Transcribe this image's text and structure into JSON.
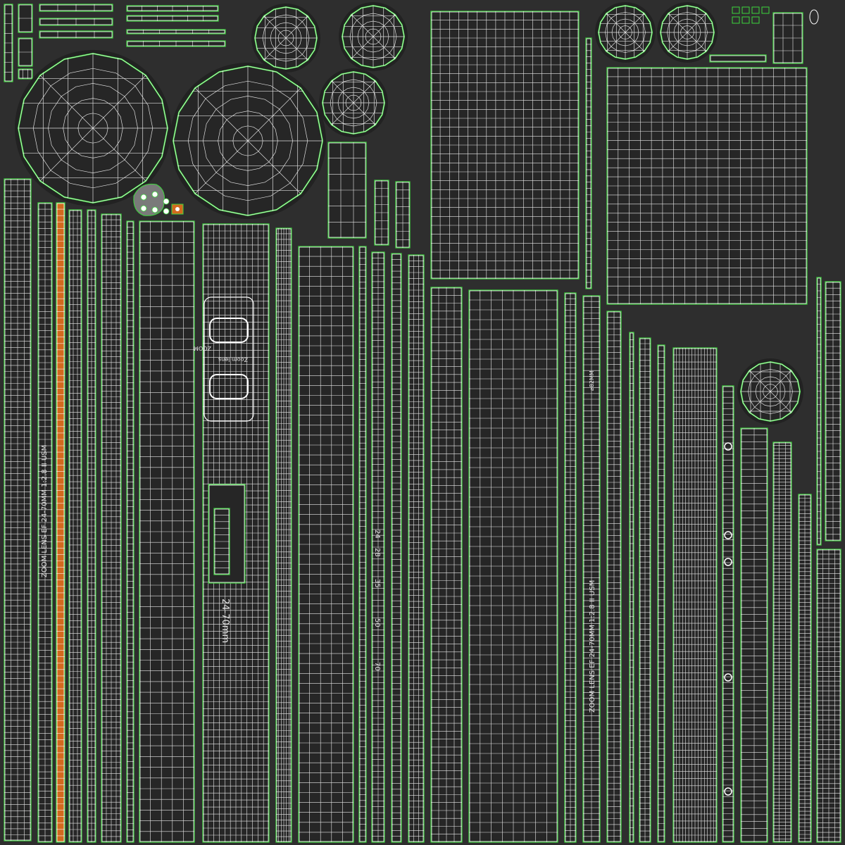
{
  "view": {
    "background_color": "#2e2e2e",
    "island_fill_color": "#262626",
    "edge_color": "#ffffff",
    "seam_color": "#3cd63c",
    "accent_color": "#d2691e"
  },
  "labels": {
    "strip_left_model": "ZOOM LENS EF 24-70MM 1:2.8 II USM",
    "strip_center_model": "ZOOM LENS EF 24-70MM 1:2.8 II USM",
    "focal_range": "24-70mm",
    "zoom_marks": [
      "24",
      "28",
      "35",
      "50",
      "70"
    ],
    "filter_size": "⌀82MM",
    "zoom_word": "ZOOM",
    "zoom_lens": "Zoom lens"
  }
}
